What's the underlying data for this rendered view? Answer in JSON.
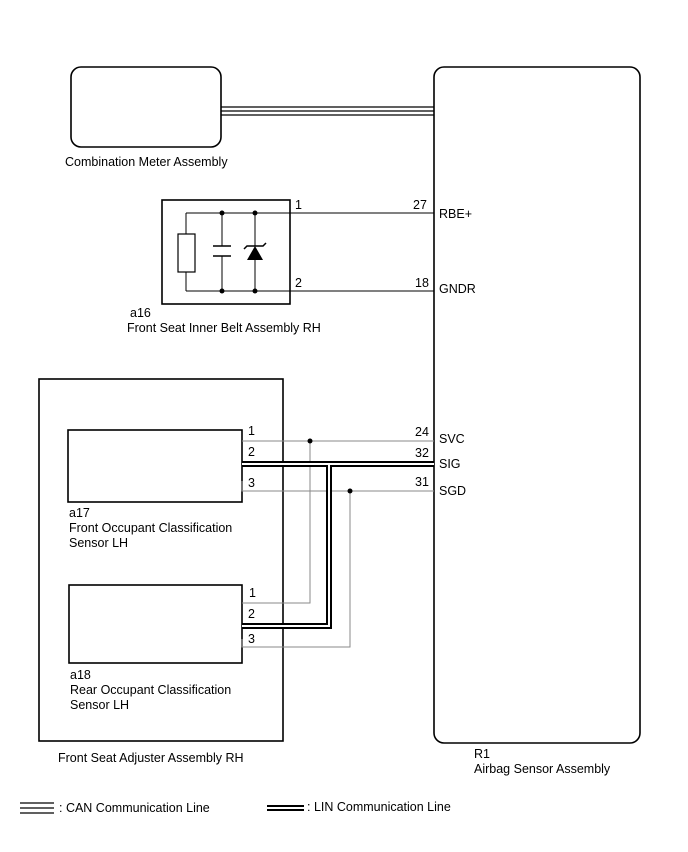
{
  "components": {
    "combination_meter": {
      "name": "Combination Meter Assembly"
    },
    "airbag_sensor": {
      "code": "R1",
      "name": "Airbag Sensor Assembly"
    },
    "inner_belt": {
      "code": "a16",
      "name": "Front Seat Inner Belt Assembly RH"
    },
    "front_occupant_sensor": {
      "code": "a17",
      "name_line1": "Front Occupant Classification",
      "name_line2": "Sensor LH"
    },
    "rear_occupant_sensor": {
      "code": "a18",
      "name_line1": "Rear Occupant Classification",
      "name_line2": "Sensor LH"
    },
    "seat_adjuster": {
      "name": "Front Seat Adjuster Assembly RH"
    }
  },
  "pins": {
    "belt_1": "1",
    "belt_2": "2",
    "r1_27": "27",
    "r1_18": "18",
    "r1_24": "24",
    "r1_32": "32",
    "r1_31": "31",
    "a17_1": "1",
    "a17_2": "2",
    "a17_3": "3",
    "a18_1": "1",
    "a18_2": "2",
    "a18_3": "3"
  },
  "signals": {
    "rbe": "RBE+",
    "gndr": "GNDR",
    "svc": "SVC",
    "sig": "SIG",
    "sgd": "SGD"
  },
  "legend": {
    "can": ": CAN Communication Line",
    "lin": ": LIN Communication Line"
  }
}
